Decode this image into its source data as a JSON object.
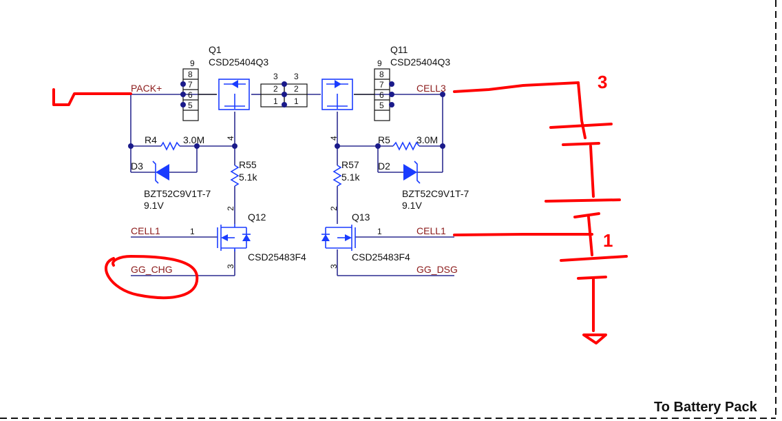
{
  "schematic": {
    "title": "To Battery Pack",
    "components": {
      "q1": {
        "ref": "Q1",
        "part": "CSD25404Q3"
      },
      "q11": {
        "ref": "Q11",
        "part": "CSD25404Q3"
      },
      "q12": {
        "ref": "Q12",
        "part": "CSD25483F4"
      },
      "q13": {
        "ref": "Q13",
        "part": "CSD25483F4"
      },
      "r4": {
        "ref": "R4",
        "value": "3.0M"
      },
      "r5": {
        "ref": "R5",
        "value": "3.0M"
      },
      "r55": {
        "ref": "R55",
        "value": "5.1k"
      },
      "r57": {
        "ref": "R57",
        "value": "5.1k"
      },
      "d3": {
        "ref": "D3",
        "part": "BZT52C9V1T-7",
        "value": "9.1V"
      },
      "d2": {
        "ref": "D2",
        "part": "BZT52C9V1T-7",
        "value": "9.1V"
      }
    },
    "nets": {
      "pack_plus": "PACK+",
      "cell3": "CELL3",
      "cell1_left": "CELL1",
      "cell1_right": "CELL1",
      "gg_chg": "GG_CHG",
      "gg_dsg": "GG_DSG"
    },
    "pins": {
      "q1_block": [
        "9",
        "8",
        "7",
        "6",
        "5"
      ],
      "q11_block": [
        "9",
        "8",
        "7",
        "6",
        "5"
      ],
      "mid_left": [
        "3",
        "2",
        "1"
      ],
      "mid_right": [
        "3",
        "2",
        "1"
      ],
      "q1_gate": "4",
      "q11_gate": "4",
      "q12_pins": [
        "1",
        "2",
        "3"
      ],
      "q13_pins": [
        "1",
        "2",
        "3"
      ]
    },
    "annotations": {
      "hand_3": "3",
      "hand_1": "1"
    },
    "colors": {
      "wire": "#2b2b8f",
      "symbol": "#1a3cff",
      "net_label": "#8b1a1a",
      "markup": "#ff0000"
    }
  }
}
